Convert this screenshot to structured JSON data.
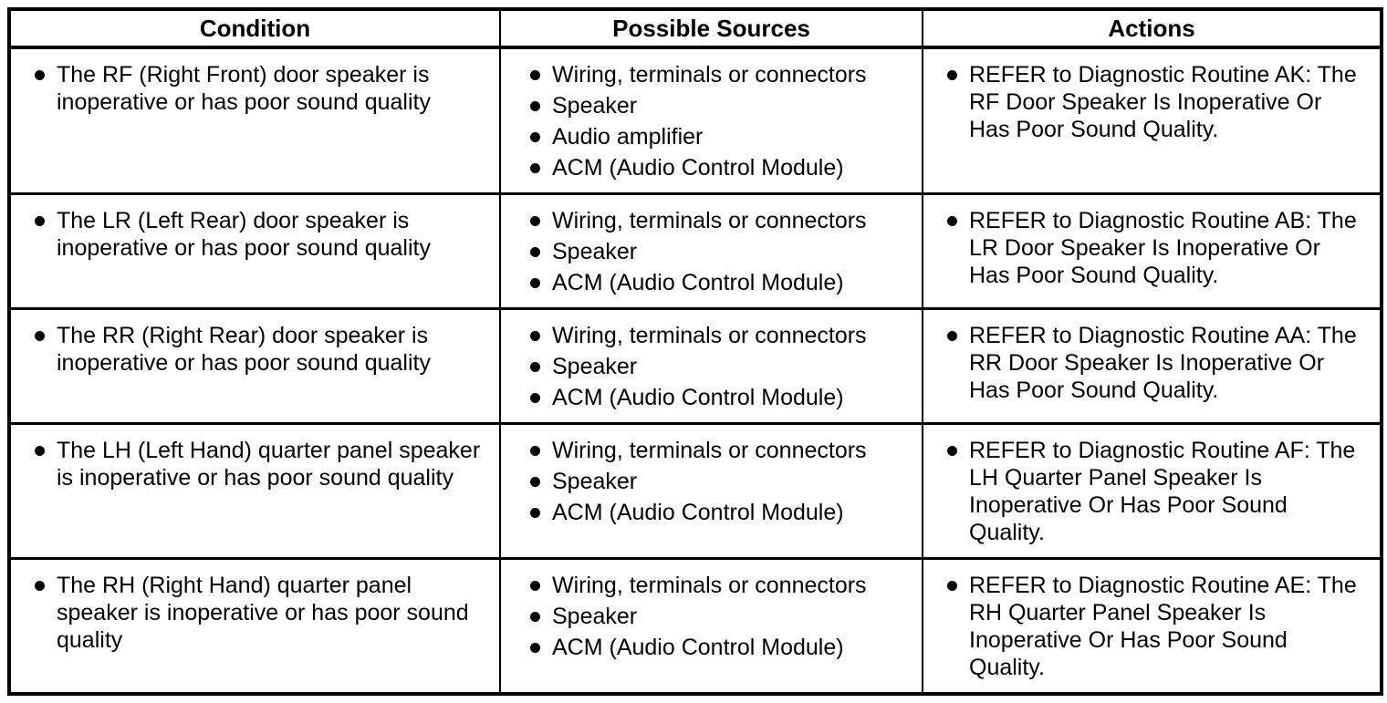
{
  "colors": {
    "text": "#000000",
    "border": "#000000",
    "background": "#ffffff"
  },
  "table": {
    "columns": {
      "condition": "Condition",
      "sources": "Possible Sources",
      "actions": "Actions"
    },
    "rows": [
      {
        "condition": "The RF (Right Front) door speaker is inoperative or has poor sound quality",
        "sources": [
          "Wiring, terminals or connectors",
          "Speaker",
          "Audio amplifier",
          "ACM (Audio Control Module)"
        ],
        "action": "REFER to Diagnostic Routine AK: The RF Door Speaker Is Inoperative Or Has Poor Sound Quality.",
        "action_lines": [
          "REFER to Diagnostic Routine AK: The",
          "RF Door Speaker Is Inoperative Or",
          "Has Poor Sound Quality."
        ]
      },
      {
        "condition": "The LR (Left Rear) door speaker is inoperative or has poor sound quality",
        "sources": [
          "Wiring, terminals or connectors",
          "Speaker",
          "ACM (Audio Control Module)"
        ],
        "action": "REFER to Diagnostic Routine AB: The LR Door Speaker Is Inoperative Or Has Poor Sound Quality.",
        "action_lines": [
          "REFER to Diagnostic Routine AB: The",
          "LR Door Speaker Is Inoperative Or",
          "Has Poor Sound Quality."
        ]
      },
      {
        "condition": "The RR (Right Rear) door speaker is inoperative or has poor sound quality",
        "sources": [
          "Wiring, terminals or connectors",
          "Speaker",
          "ACM (Audio Control Module)"
        ],
        "action": "REFER to Diagnostic Routine AA: The RR Door Speaker Is Inoperative Or Has Poor Sound Quality.",
        "action_lines": [
          "REFER to Diagnostic Routine AA: The",
          "RR Door Speaker Is Inoperative Or",
          "Has Poor Sound Quality."
        ]
      },
      {
        "condition": "The LH (Left Hand) quarter panel speaker is inoperative or has poor sound quality",
        "sources": [
          "Wiring, terminals or connectors",
          "Speaker",
          "ACM (Audio Control Module)"
        ],
        "action": "REFER to Diagnostic Routine AF: The LH Quarter Panel Speaker Is Inoperative Or Has Poor Sound Quality.",
        "action_lines": [
          "REFER to Diagnostic Routine AF: The",
          "LH Quarter Panel Speaker Is",
          "Inoperative Or Has Poor Sound",
          "Quality."
        ]
      },
      {
        "condition": "The RH (Right Hand) quarter panel speaker is inoperative or has poor sound quality",
        "sources": [
          "Wiring, terminals or connectors",
          "Speaker",
          "ACM (Audio Control Module)"
        ],
        "action": "REFER to Diagnostic Routine AE: The RH Quarter Panel Speaker Is Inoperative Or Has Poor Sound Quality.",
        "action_lines": [
          "REFER to Diagnostic Routine AE: The",
          "RH Quarter Panel Speaker Is",
          "Inoperative Or Has Poor Sound",
          "Quality."
        ]
      }
    ]
  }
}
